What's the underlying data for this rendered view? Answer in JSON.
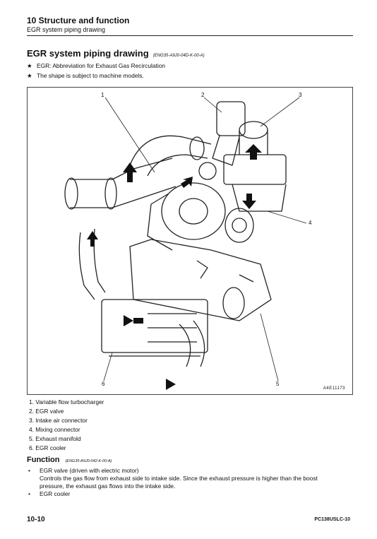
{
  "header": {
    "chapter": "10 Structure and function",
    "subtitle": "EGR system piping drawing"
  },
  "section": {
    "title": "EGR system piping drawing",
    "code": "(ENG35-A9J0-04D-K-00-A)"
  },
  "notes": [
    {
      "symbol": "★",
      "text": "EGR: Abbreviation for Exhaust Gas Recirculation"
    },
    {
      "symbol": "★",
      "text": "The shape is subject to machine models."
    }
  ],
  "figure": {
    "callouts": [
      "1",
      "2",
      "3",
      "4",
      "5",
      "6"
    ],
    "id": "A4E11173"
  },
  "parts": [
    "1. Variable flow turbocharger",
    "2. EGR valve",
    "3. Intake air connector",
    "4. Mixing connector",
    "5. Exhaust manifold",
    "6. EGR cooler"
  ],
  "function": {
    "title": "Function",
    "code": "(ENG35-A9J0-042-K-00-A)",
    "items": [
      {
        "bullet": "•",
        "title": "EGR valve (driven with electric motor)",
        "desc": "Controls the gas flow from exhaust side to intake side. Since the exhaust pressure is higher than the boost pressure, the exhaust gas flows into the intake side."
      },
      {
        "bullet": "•",
        "title": "EGR cooler",
        "desc": ""
      }
    ]
  },
  "footer": {
    "page": "10-10",
    "model": "PC138USLC-10"
  }
}
